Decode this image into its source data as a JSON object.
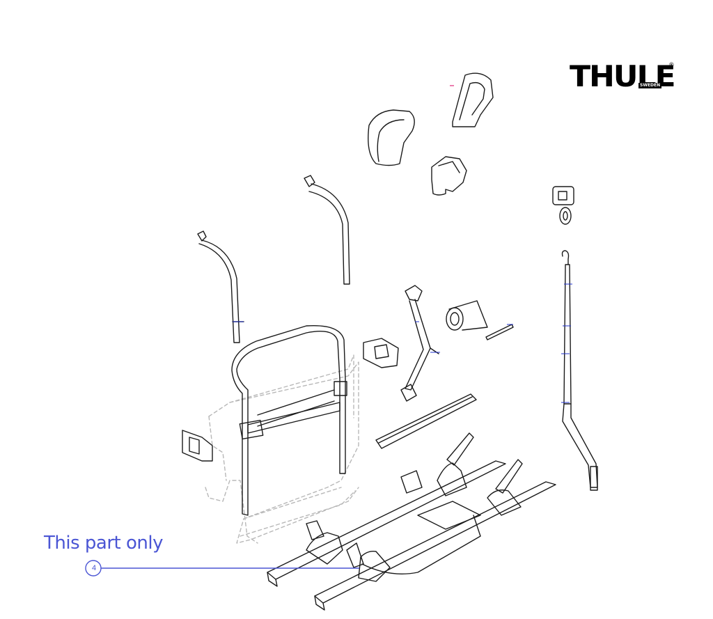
{
  "brand": {
    "name": "THULE",
    "subtitle": "SWEDEN",
    "registered": "®"
  },
  "annotation": {
    "text": "This part only",
    "callout_number": "4",
    "color": "#4a55d4"
  },
  "colors": {
    "line": "#1a1a1a",
    "dashed": "#b8b8b8",
    "dim_tick": "#2233cc",
    "accent_tick": "#e0287a"
  }
}
